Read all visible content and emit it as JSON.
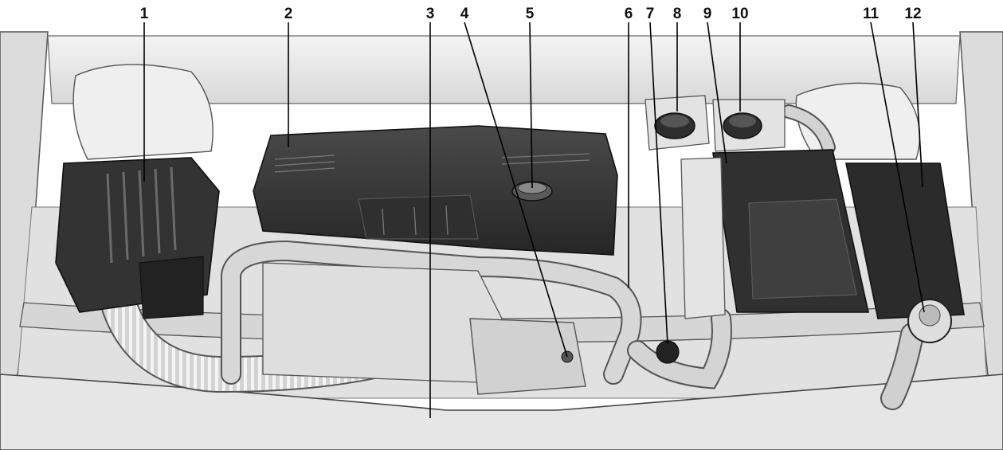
{
  "colors": {
    "background": "#ffffff",
    "body_panel": "#e9e9e9",
    "engine_cover": "#3d3d3d",
    "battery": "#2f2f2f",
    "hose": "#cfcfcf",
    "line": "#000000"
  },
  "callouts": [
    {
      "id": "1",
      "label": "1"
    },
    {
      "id": "2",
      "label": "2"
    },
    {
      "id": "3",
      "label": "3"
    },
    {
      "id": "4",
      "label": "4"
    },
    {
      "id": "5",
      "label": "5"
    },
    {
      "id": "6",
      "label": "6"
    },
    {
      "id": "7",
      "label": "7"
    },
    {
      "id": "8",
      "label": "8"
    },
    {
      "id": "9",
      "label": "9"
    },
    {
      "id": "10",
      "label": "10"
    },
    {
      "id": "11",
      "label": "11"
    },
    {
      "id": "12",
      "label": "12"
    }
  ]
}
